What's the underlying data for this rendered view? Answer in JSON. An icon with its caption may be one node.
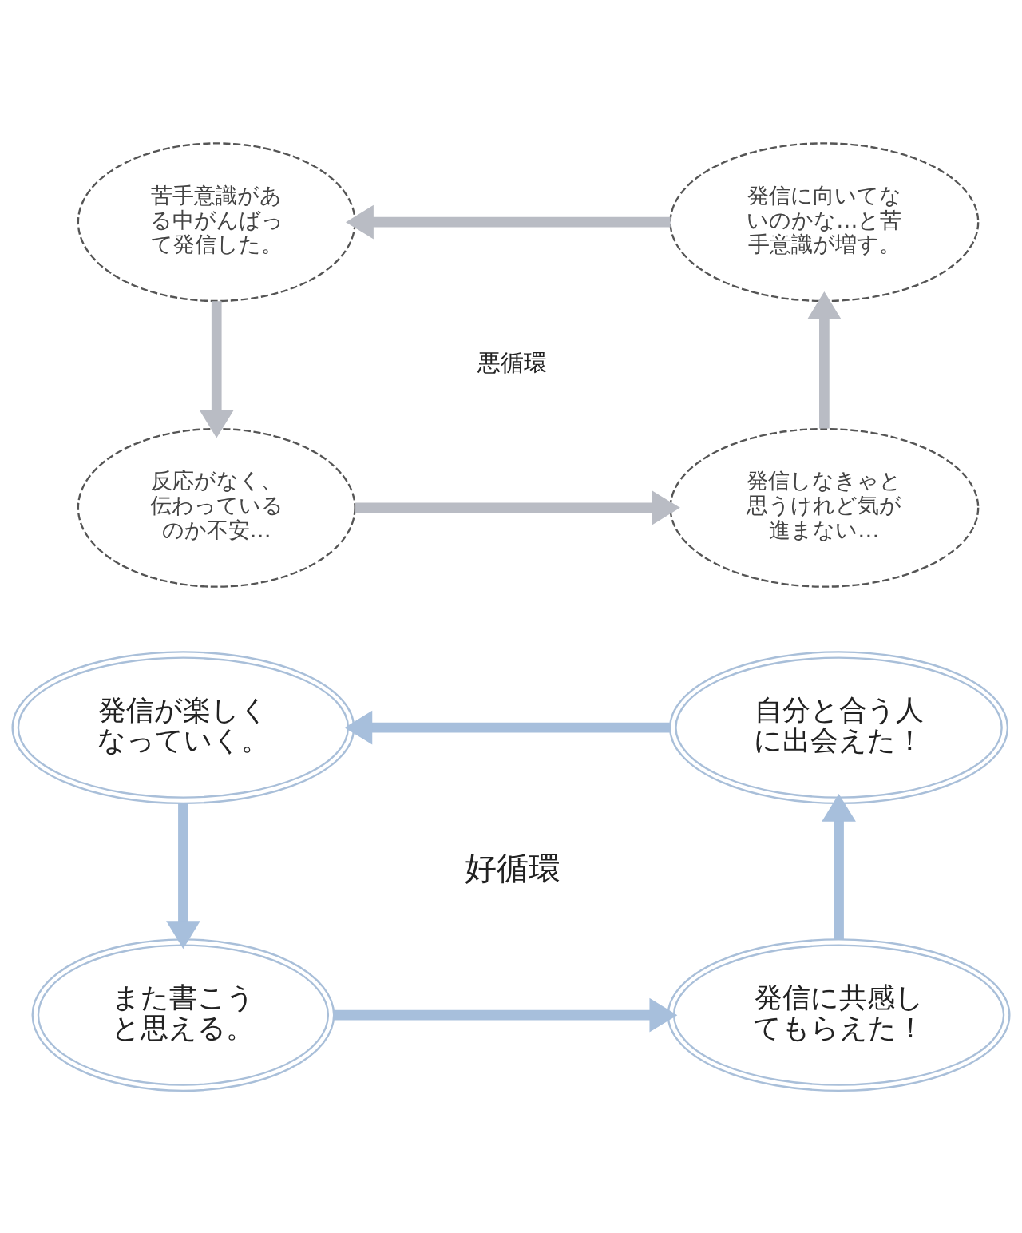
{
  "diagram": {
    "nodes": [
      {
        "text": [
          "苦手意識がある中がんばって発信した。"
        ]
      },
      {
        "text": [
          "発信に向いてないのかな…と苦手意識が増す。"
        ]
      },
      {
        "text": [
          "反応がなく、伝わっているのか不安…"
        ]
      },
      {
        "text": [
          "発信しなきゃと思うけれど気が進まない…"
        ]
      },
      {
        "text": [
          "発信が楽しくなっていく。"
        ]
      },
      {
        "text": [
          "自分と合う人に出会えた！"
        ]
      },
      {
        "text": [
          "また書こうと思える。"
        ]
      },
      {
        "text": [
          "発信に共感してもらえた！"
        ]
      }
    ],
    "edges": [
      {
        "from": 0,
        "to": 2,
        "arrow": "to",
        "color": "#b9bcc4"
      },
      {
        "from": 2,
        "to": 3,
        "arrow": "to",
        "color": "#b9bcc4"
      },
      {
        "from": 3,
        "to": 1,
        "arrow": "to",
        "color": "#b9bcc4"
      },
      {
        "from": 1,
        "to": 0,
        "arrow": "to",
        "color": "#b9bcc4"
      },
      {
        "from": 4,
        "to": 6,
        "arrow": "to",
        "color": "#a7bfdc"
      },
      {
        "from": 6,
        "to": 7,
        "arrow": "to",
        "color": "#a7bfdc"
      },
      {
        "from": 7,
        "to": 5,
        "arrow": "to",
        "color": "#a7bfdc"
      },
      {
        "from": 5,
        "to": 4,
        "arrow": "to",
        "color": "#a7bfdc"
      }
    ],
    "labels": [
      "悪循環",
      "好循環"
    ]
  }
}
